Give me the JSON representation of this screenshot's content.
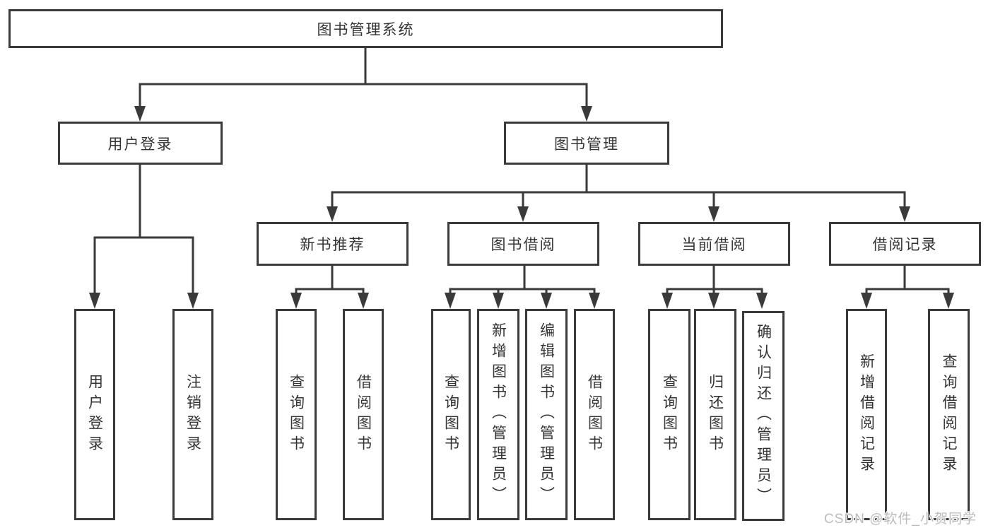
{
  "diagram": {
    "root": {
      "label": "图书管理系统"
    },
    "user_login": {
      "label": "用户登录",
      "children": [
        {
          "label": "用户登录"
        },
        {
          "label": "注销登录"
        }
      ]
    },
    "book_management": {
      "label": "图书管理",
      "sections": [
        {
          "label": "新书推荐",
          "children": [
            {
              "label": "查询图书"
            },
            {
              "label": "借阅图书"
            }
          ]
        },
        {
          "label": "图书借阅",
          "children": [
            {
              "label": "查询图书"
            },
            {
              "label": "新增图书（管理员）"
            },
            {
              "label": "编辑图书（管理员）"
            },
            {
              "label": "借阅图书"
            }
          ]
        },
        {
          "label": "当前借阅",
          "children": [
            {
              "label": "查询图书"
            },
            {
              "label": "归还图书"
            },
            {
              "label": "确认归还（管理员）"
            }
          ]
        },
        {
          "label": "借阅记录",
          "children": [
            {
              "label": "新增借阅记录"
            },
            {
              "label": "查询借阅记录"
            }
          ]
        }
      ]
    }
  },
  "watermark": {
    "text": "CSDN @软件_小贺同学"
  },
  "colors": {
    "line": "#3a3a3a",
    "text": "#333333",
    "watermark": "#bcbcbc",
    "background": "#ffffff"
  }
}
